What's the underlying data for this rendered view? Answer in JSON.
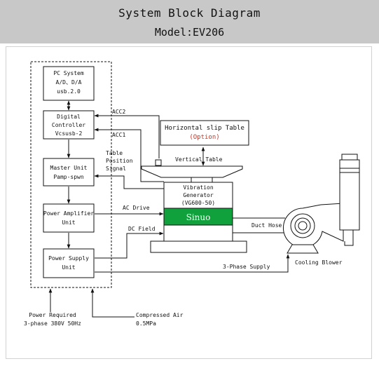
{
  "header": {
    "title": "System Block Diagram",
    "model": "Model:EV206"
  },
  "blocks": {
    "pc": [
      "PC System",
      "A/D、D/A",
      "usb.2.0"
    ],
    "digital": [
      "Digital",
      "Controller",
      "Vcsusb-2"
    ],
    "master": [
      "Master Unit",
      "Pamp-spwn"
    ],
    "amp": [
      "Power Amplifier",
      "Unit"
    ],
    "supply": [
      "Power Supply",
      "Unit"
    ]
  },
  "signals": {
    "acc2": "ACC2",
    "acc1": "ACC1",
    "table_pos": [
      "Table",
      "Position",
      "Signal"
    ],
    "ac_drive": "AC Drive",
    "dc_field": "DC Field",
    "duct_hose": "Duct Hose",
    "three_phase": "3-Phase Supply",
    "cooling_blower": "Cooling Blower"
  },
  "slip_table": {
    "title": "Horizontal slip Table",
    "option": "(Option)"
  },
  "vertical_table": "Vertical Table",
  "generator": {
    "lines": [
      "Vibration",
      "Generator",
      "(VG600-50)"
    ],
    "brand": "Sinuo"
  },
  "inputs": {
    "power": [
      "Power Required",
      "3-phase 380V 50Hz"
    ],
    "air": [
      "Compressed Air",
      "0.5MPa"
    ]
  },
  "colors": {
    "header_bg": "#c8c8c8",
    "brand_band": "#10a03c",
    "option_text": "#c0392b"
  }
}
